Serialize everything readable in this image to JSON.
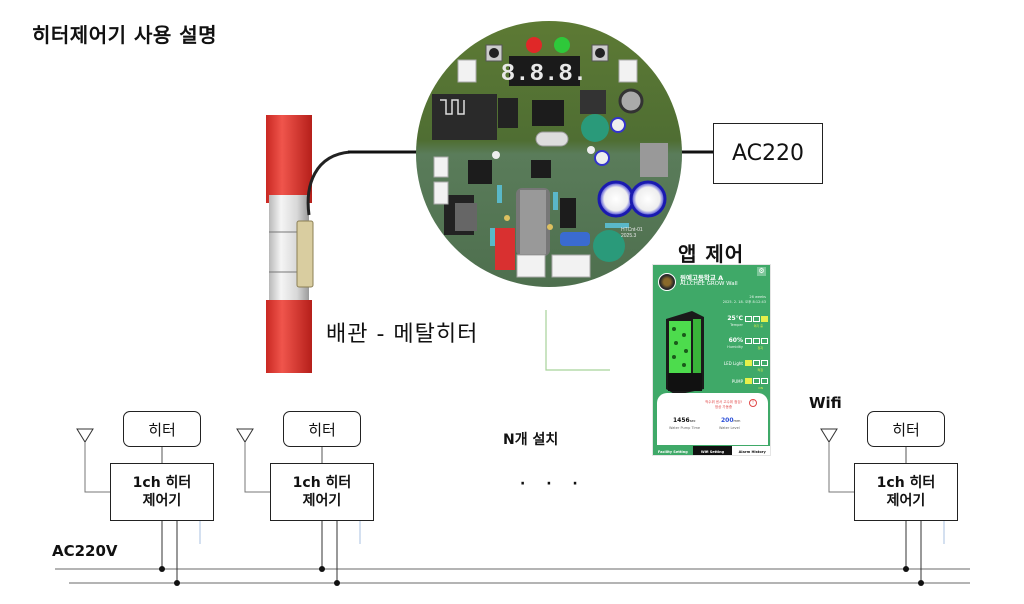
{
  "title": "히터제어기 사용 설명",
  "labels": {
    "ac220_box": "AC220",
    "pipe_heater": "배관 - 메탈히터",
    "app_control": "앱 제어",
    "wifi": "Wifi",
    "n_install": "N개 설치",
    "ellipsis": "· · ·",
    "bus": "AC220V"
  },
  "pcb": {
    "display": "8.8.8.",
    "led_left_color": "#e02828",
    "led_right_color": "#2ec83a",
    "board_label": "HTCnt-01",
    "board_date": "2025.3"
  },
  "units": [
    {
      "heater": "히터",
      "ctrl_line1": "1ch 히터",
      "ctrl_line2": "제어기"
    },
    {
      "heater": "히터",
      "ctrl_line1": "1ch 히터",
      "ctrl_line2": "제어기"
    },
    {
      "heater": "히터",
      "ctrl_line1": "1ch 히터",
      "ctrl_line2": "제어기"
    }
  ],
  "app": {
    "school": "원예고등학교 A",
    "subtitle": "ALLCHEE GROW Wall",
    "date_line1": "26 weeks",
    "date_line2": "2025. 2. 18. 오후 8:12:43",
    "metrics": [
      {
        "value": "25℃",
        "caption": "Temper",
        "state": "켜기 중",
        "active": 2
      },
      {
        "value": "60%",
        "caption": "Humidity",
        "state": "정지",
        "active": -1
      },
      {
        "value": "LED Light",
        "caption": "",
        "state": "켜짐",
        "active": 0
      },
      {
        "value": "PUMP",
        "caption": "",
        "state": "ON",
        "active": 0
      }
    ],
    "warning_line1": "적수위 센서 고수위 점검!",
    "warning_line2": "정상 가동중",
    "pump_time": "1456",
    "pump_time_unit": "sec",
    "pump_time_caption": "Water Pump Time",
    "water_level": "200",
    "water_level_unit": "mm",
    "water_level_caption": "Water Level",
    "tabs": [
      "Facility Setting",
      "Wifi Setting",
      "Alarm History"
    ]
  },
  "colors": {
    "app_green": "#3fa968",
    "pcb_green": "#4a6b3a",
    "pipe_red": "#e23b35"
  }
}
